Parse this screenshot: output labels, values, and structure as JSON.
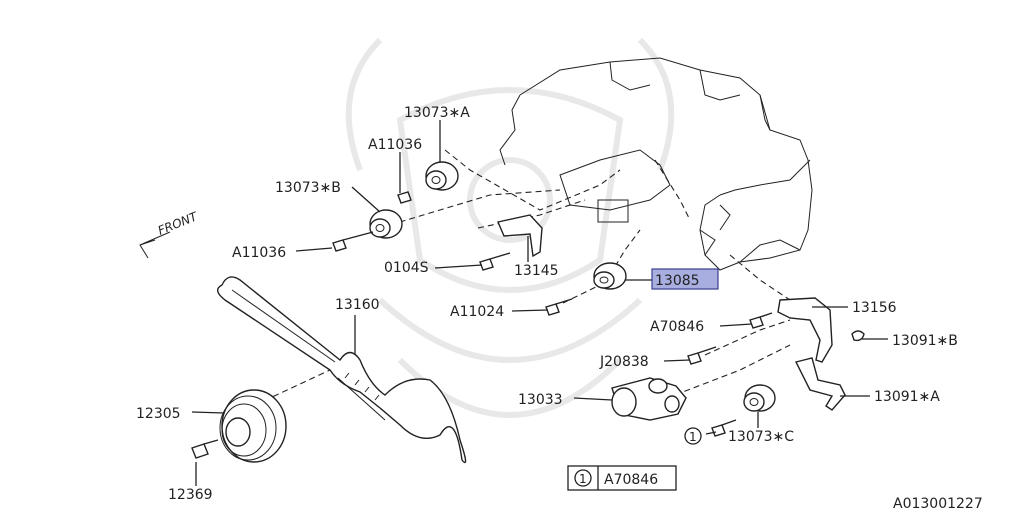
{
  "diagram": {
    "id": "A013001227",
    "front": "FRONT",
    "legend": {
      "num": "1",
      "code": "A70846"
    },
    "labels": {
      "l13073a": "13073∗A",
      "l11036a": "A11036",
      "l13073b": "13073∗B",
      "l11036b": "A11036",
      "l0104s": "0104S",
      "l13145": "13145",
      "l13085": "13085",
      "l11024": "A11024",
      "l13160": "13160",
      "l13156": "13156",
      "l70846": "A70846",
      "l13091b": "13091∗B",
      "l20838": "J20838",
      "l13033": "13033",
      "l13091a": "13091∗A",
      "l12305": "12305",
      "l13073c": "13073∗C",
      "l12369": "12369",
      "circ": "1"
    },
    "highlight": {
      "fill": "#a8aee0",
      "stroke": "#3a3f8f"
    }
  }
}
